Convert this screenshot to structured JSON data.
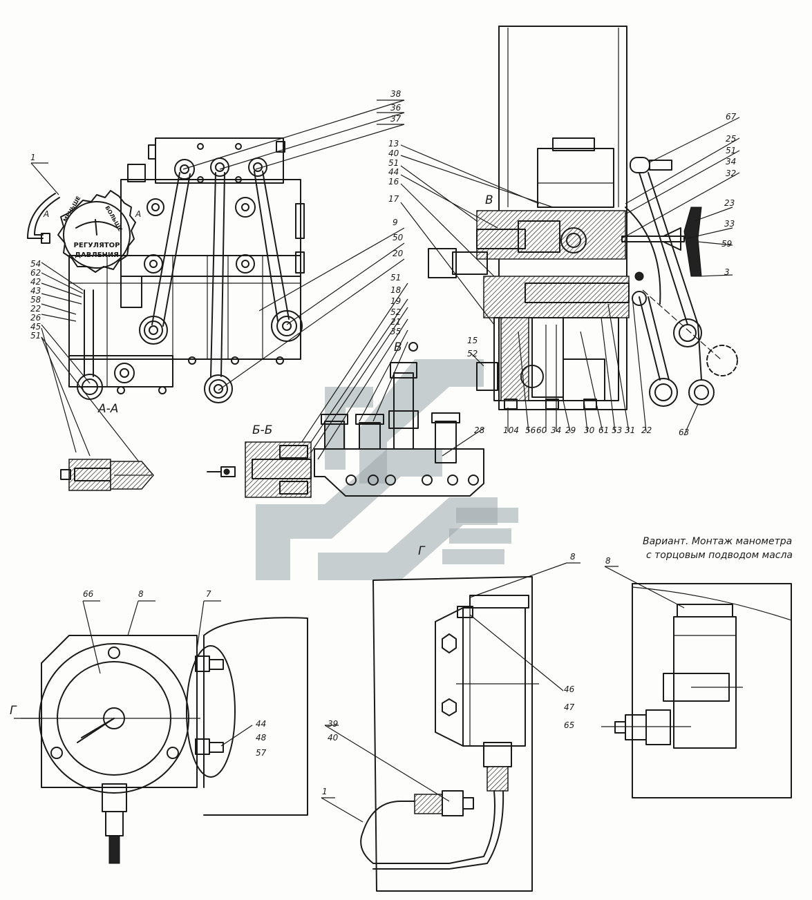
{
  "labels": {
    "top_left_leaders": [
      "38",
      "36",
      "37",
      "9",
      "50",
      "20",
      "51",
      "18",
      "19",
      "52",
      "21",
      "35"
    ],
    "left_column": [
      "54",
      "62",
      "42",
      "43",
      "58",
      "22",
      "26",
      "45",
      "51"
    ],
    "right_top": [
      "13",
      "40",
      "51",
      "44",
      "16",
      "17"
    ],
    "right_side": [
      "67",
      "25",
      "51",
      "34",
      "32",
      "23",
      "33",
      "59",
      "3"
    ],
    "right_bottom": [
      "28",
      "104",
      "56",
      "60",
      "34",
      "29",
      "30",
      "61",
      "53",
      "31",
      "22",
      "63"
    ],
    "mid_parts": [
      "15",
      "52"
    ],
    "lower_left": [
      "66",
      "8",
      "7",
      "44",
      "48",
      "57"
    ],
    "lower_mid": [
      "8",
      "46",
      "47",
      "65",
      "39",
      "40",
      "1"
    ],
    "lower_right": [
      "8"
    ],
    "part_1": "1"
  },
  "section_titles": {
    "a_a": "А-А",
    "b_b": "Б-Б",
    "v": "В",
    "g": "Г",
    "a_mark": "А",
    "b_mark": "В"
  },
  "gauge": {
    "title_line1": "РЕГУЛЯТОР",
    "title_line2": "ДАВЛЕНИЯ",
    "less": "МЕНЬШЕ",
    "more": "БОЛЬШЕ"
  },
  "variant_note": {
    "line1": "Вариант. Монтаж манометра",
    "line2": "с торцовым подводом масла"
  },
  "colors": {
    "ink": "#1a1a1a",
    "watermark": "#9aa7ab",
    "paper": "#fdfdfb"
  }
}
